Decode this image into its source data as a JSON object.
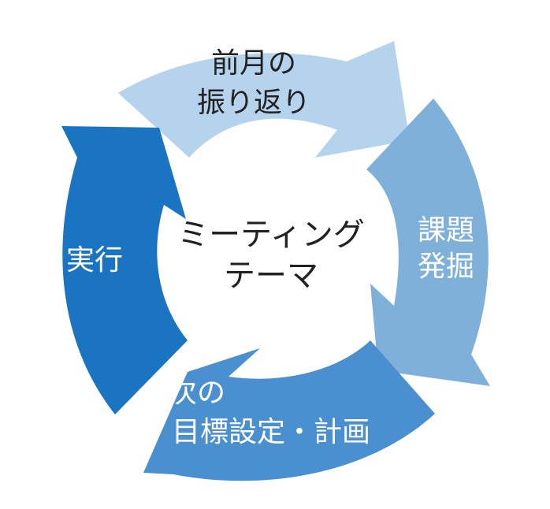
{
  "center": {
    "line1": "ミーティング",
    "line2": "テーマ"
  },
  "steps": [
    {
      "line1": "前月の",
      "line2": "振り返り",
      "color": "#b5d3ec",
      "text_color": "#222222"
    },
    {
      "line1": "課題",
      "line2": "発掘",
      "color": "#7fb0da",
      "text_color": "#ffffff"
    },
    {
      "line1": "次の",
      "line2": "目標設定・計画",
      "color": "#4a8fd0",
      "text_color": "#ffffff"
    },
    {
      "line1": "実行",
      "line2": "",
      "color": "#1b74c1",
      "text_color": "#ffffff"
    }
  ]
}
